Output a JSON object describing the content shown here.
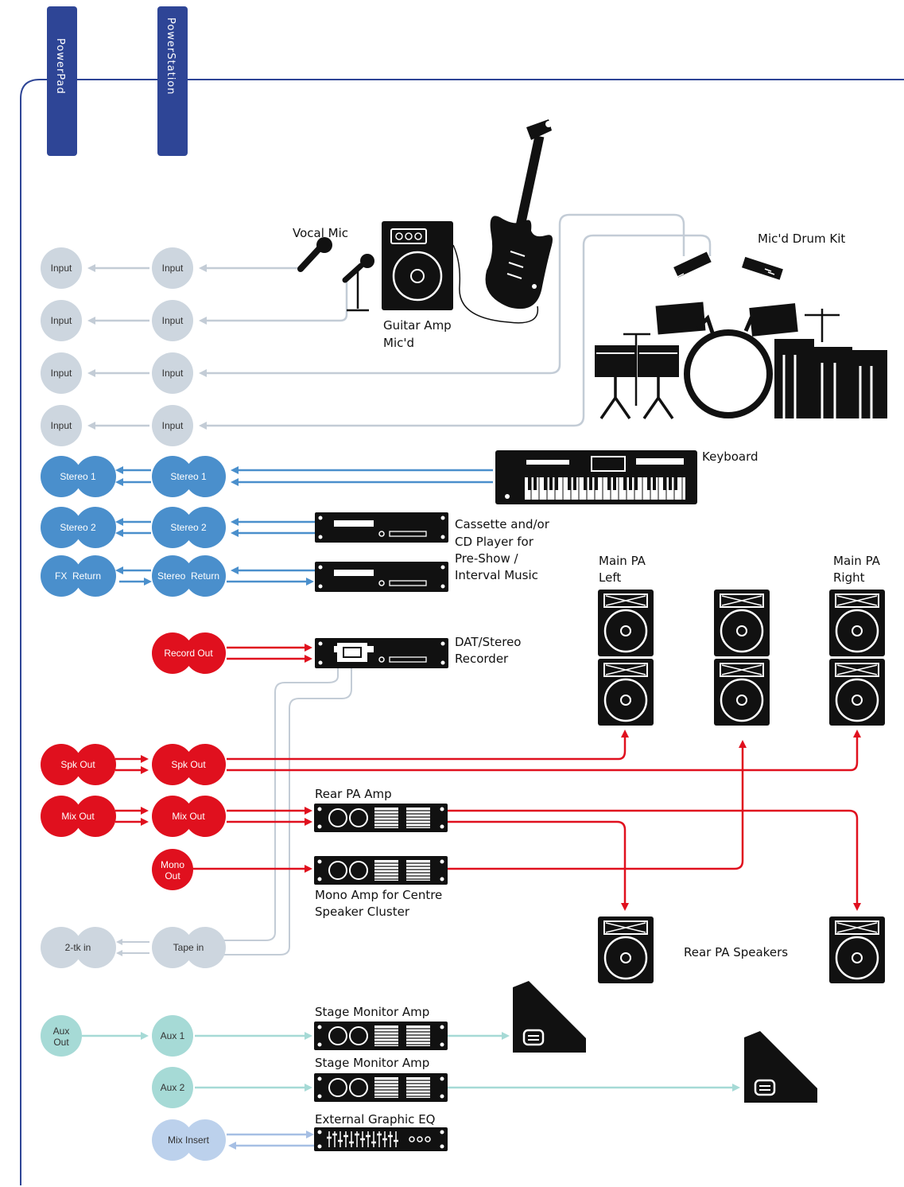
{
  "tabs": {
    "powerpad": "PowerPad",
    "powerstation": "PowerStation"
  },
  "colors": {
    "frame": "#2e4596",
    "input": "#cdd6df",
    "stereo": "#4a8fcc",
    "out": "#e0101e",
    "aux": "#a6dad6",
    "insert": "#bcd1ec",
    "line_grey": "#c3ccd6",
    "line_blue": "#4a8fcc",
    "line_red": "#e0101e",
    "line_aux": "#a6dad6",
    "line_insert": "#a6bfe4"
  },
  "powerpad_nodes": [
    {
      "label": "Input"
    },
    {
      "label": "Input"
    },
    {
      "label": "Input"
    },
    {
      "label": "Input"
    },
    {
      "label": "Stereo 1"
    },
    {
      "label": "Stereo 2"
    },
    {
      "label": "FX  Return"
    },
    {
      "label": "Spk Out"
    },
    {
      "label": "Mix Out"
    },
    {
      "label": "2-tk in"
    },
    {
      "label1": "Aux",
      "label2": "Out"
    }
  ],
  "powerstation_nodes": [
    {
      "label": "Input"
    },
    {
      "label": "Input"
    },
    {
      "label": "Input"
    },
    {
      "label": "Input"
    },
    {
      "label": "Stereo 1"
    },
    {
      "label": "Stereo 2"
    },
    {
      "label": "Stereo  Return"
    },
    {
      "label": "Record Out"
    },
    {
      "label": "Spk Out"
    },
    {
      "label": "Mix Out"
    },
    {
      "label1": "Mono",
      "label2": "Out"
    },
    {
      "label": "Tape in"
    },
    {
      "label": "Aux 1"
    },
    {
      "label": "Aux 2"
    },
    {
      "label": "Mix Insert"
    }
  ],
  "labels": {
    "vocal_mic": "Vocal Mic",
    "guitar_amp_1": "Guitar Amp",
    "guitar_amp_2": "Mic'd",
    "drum_kit": "Mic'd Drum Kit",
    "keyboard": "Keyboard",
    "cassette_1": "Cassette and/or",
    "cassette_2": "CD Player for",
    "cassette_3": "Pre-Show /",
    "cassette_4": "Interval Music",
    "dat_1": "DAT/Stereo",
    "dat_2": "Recorder",
    "main_left_1": "Main PA",
    "main_left_2": "Left",
    "main_right_1": "Main PA",
    "main_right_2": "Right",
    "rear_amp": "Rear PA Amp",
    "mono_amp_1": "Mono Amp for Centre",
    "mono_amp_2": "Speaker Cluster",
    "rear_speakers": "Rear PA Speakers",
    "stage_amp_1": "Stage Monitor Amp",
    "stage_amp_2": "Stage Monitor Amp",
    "eq": "External Graphic EQ"
  }
}
